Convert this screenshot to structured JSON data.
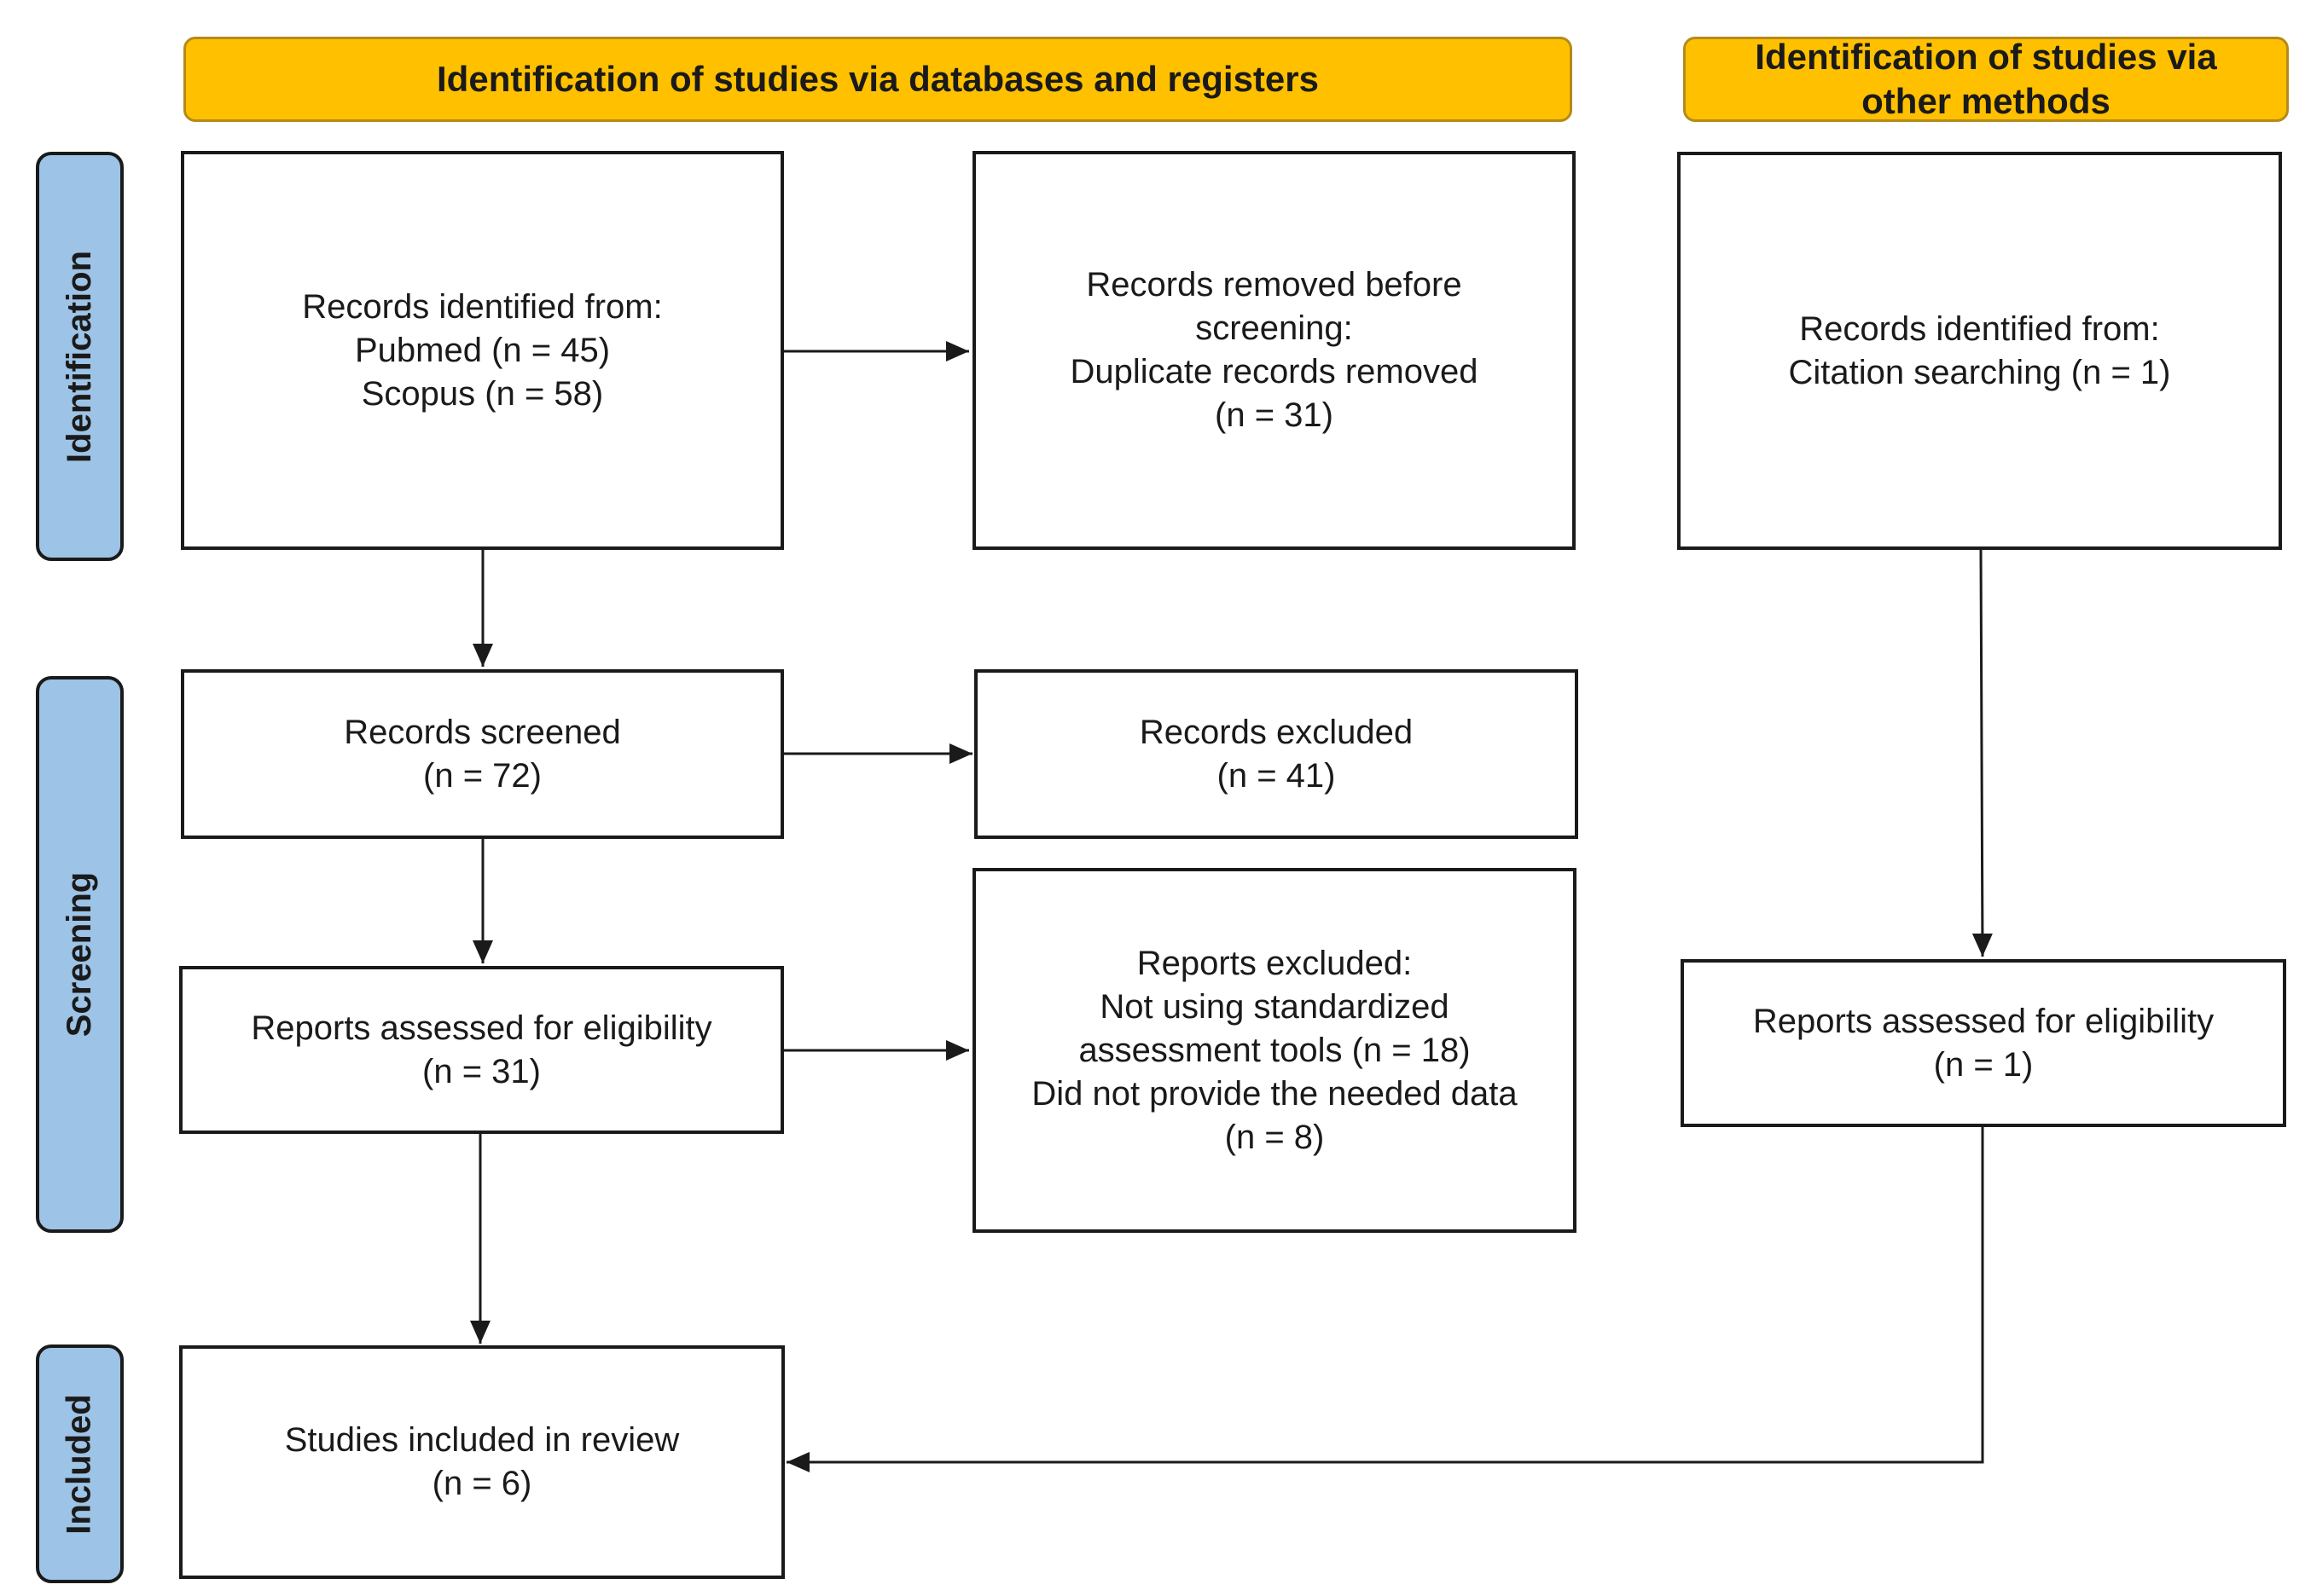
{
  "colors": {
    "header_fill": "#ffc000",
    "side_fill": "#9dc3e6",
    "line": "#1a1a1a"
  },
  "headers": {
    "databases": "Identification of studies via databases and registers",
    "other_line1": "Identification of studies via",
    "other_line2": "other methods"
  },
  "phases": {
    "identification": "Identification",
    "screening": "Screening",
    "included": "Included"
  },
  "boxes": {
    "records_identified_db": [
      "Records identified from:",
      "Pubmed (n = 45)",
      "Scopus (n = 58)"
    ],
    "records_removed": [
      "Records removed before",
      "screening:",
      "Duplicate records removed",
      "(n = 31)"
    ],
    "records_identified_other": [
      "Records identified from:",
      "Citation searching (n = 1)"
    ],
    "records_screened": [
      "Records screened",
      "(n = 72)"
    ],
    "records_excluded": [
      "Records excluded",
      "(n = 41)"
    ],
    "reports_assessed_db": [
      "Reports assessed for eligibility",
      "(n = 31)"
    ],
    "reports_excluded": [
      "Reports excluded:",
      "Not using standardized",
      "assessment tools (n = 18)",
      "Did not provide the needed data",
      "(n = 8)"
    ],
    "reports_assessed_other": [
      "Reports assessed for eligibility",
      "(n = 1)"
    ],
    "studies_included": [
      "Studies included in review",
      "(n = 6)"
    ]
  }
}
